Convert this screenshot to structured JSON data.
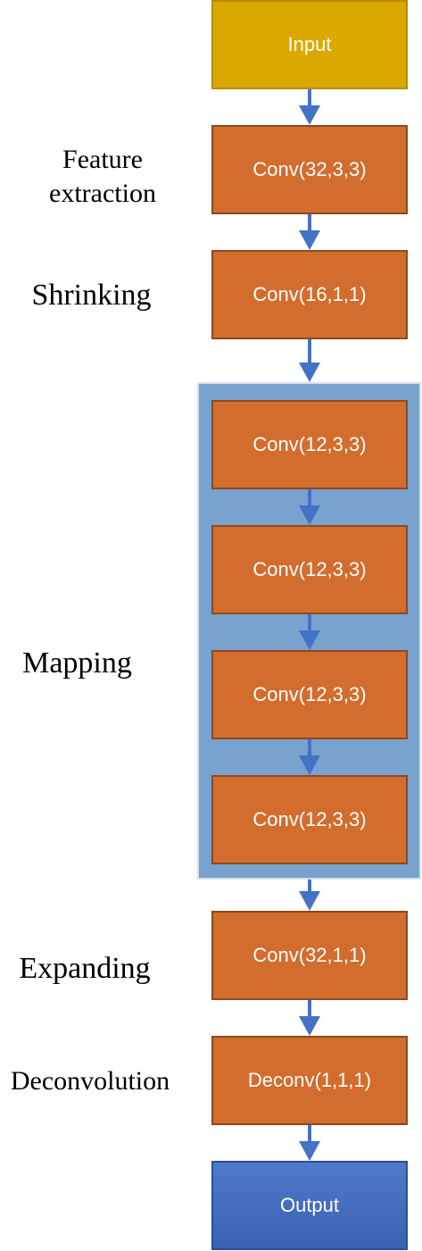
{
  "nodes": {
    "input": "Input",
    "conv1": "Conv(32,3,3)",
    "conv2": "Conv(16,1,1)",
    "map1": "Conv(12,3,3)",
    "map2": "Conv(12,3,3)",
    "map3": "Conv(12,3,3)",
    "map4": "Conv(12,3,3)",
    "conv_expand": "Conv(32,1,1)",
    "deconv": "Deconv(1,1,1)",
    "output": "Output"
  },
  "labels": {
    "feature_extraction_line1": "Feature",
    "feature_extraction_line2": "extraction",
    "shrinking": "Shrinking",
    "mapping": "Mapping",
    "expanding": "Expanding",
    "deconvolution": "Deconvolution"
  },
  "colors": {
    "input": "#dba800",
    "conv": "#d26d2e",
    "mapping_group": "#79a2cf",
    "output": "#3f68b8",
    "arrow": "#4472c4"
  }
}
